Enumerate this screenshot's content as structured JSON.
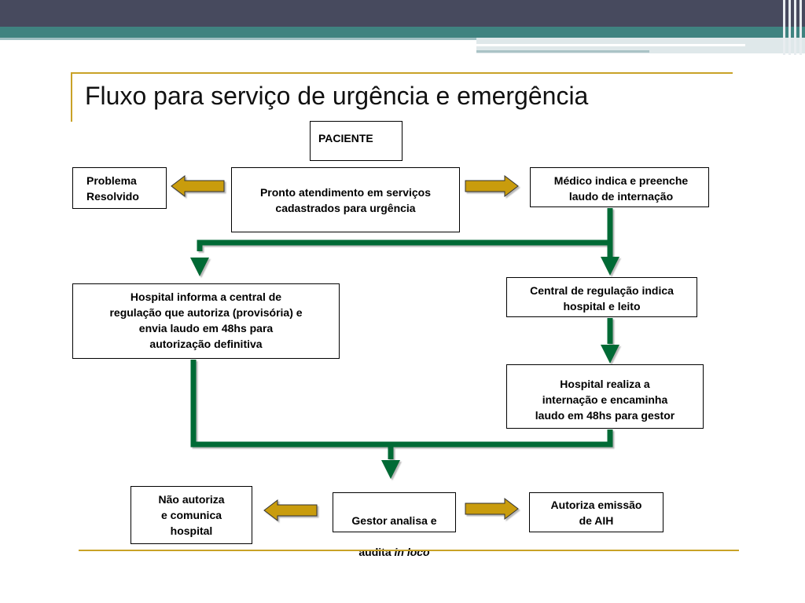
{
  "slide": {
    "title": "Fluxo para serviço de urgência e emergência"
  },
  "nodes": {
    "paciente": "PACIENTE",
    "problema_resolvido": "Problema\nResolvido",
    "pronto_atendimento": "Pronto atendimento em serviços\ncadastrados para urgência",
    "medico_indica": "Médico indica e preenche\nlaudo de internação",
    "hospital_informa": "Hospital informa a central de\nregulação que autoriza (provisória) e\nenvia laudo em 48hs para\nautorização definitiva",
    "central_regulacao": "Central de regulação indica\nhospital e leito",
    "hospital_realiza": "Hospital realiza a\ninternação e encaminha\nlaudo em 48hs para gestor",
    "nao_autoriza": "Não autoriza\ne comunica\nhospital",
    "gestor_line1": "Gestor analisa e",
    "gestor_line2_prefix": "audita ",
    "gestor_line2_italic": "in loco",
    "autoriza_aih": "Autoriza emissão\nde AIH"
  },
  "colors": {
    "flow_green": "#036b35",
    "gold_arrow": "#c99c0c",
    "accent_line": "#c9a227",
    "header_dark": "#474a5e",
    "header_teal": "#3f8380"
  }
}
